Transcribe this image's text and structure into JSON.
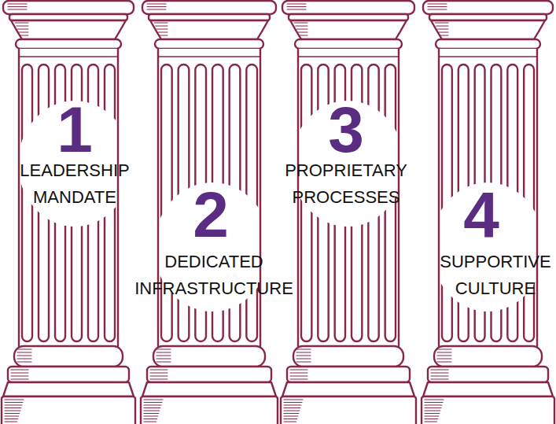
{
  "diagram": {
    "nodes": [
      {
        "text": [
          "1",
          "LEADERSHIP MANDATE"
        ]
      },
      {
        "text": [
          "2",
          "DEDICATED INFRASTRUCTURE"
        ]
      },
      {
        "text": [
          "3",
          "PROPRIETARY PROCESSES"
        ]
      },
      {
        "text": [
          "4",
          "SUPPORTIVE CULTURE"
        ]
      }
    ]
  }
}
